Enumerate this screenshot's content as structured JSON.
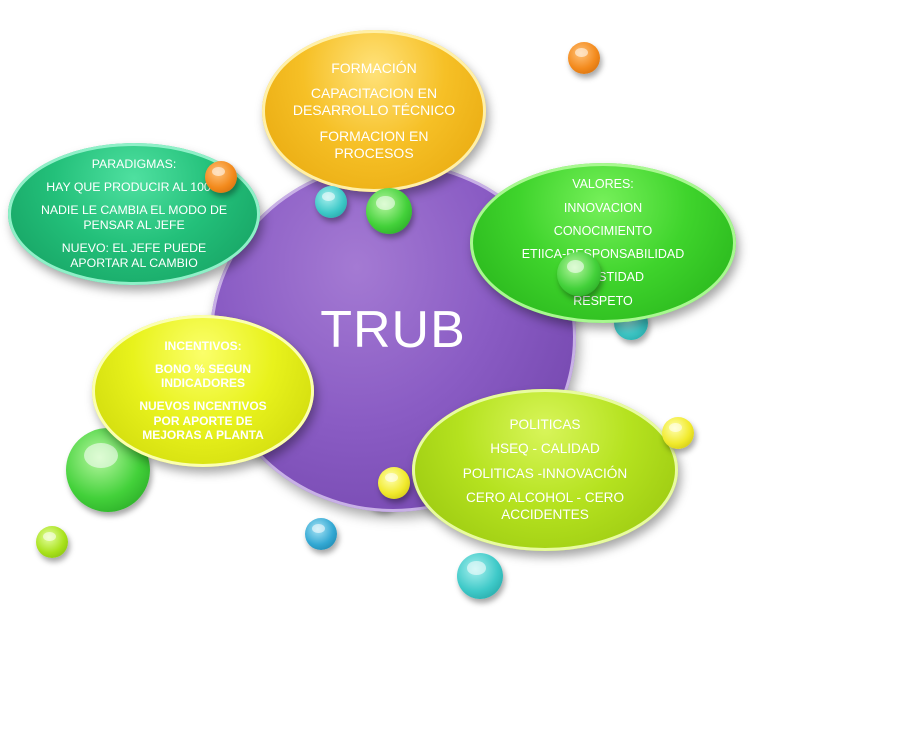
{
  "center": {
    "title": "TRUB"
  },
  "formacion": {
    "heading": "FORMACIÓN",
    "items": [
      "CAPACITACION EN DESARROLLO TÉCNICO",
      "FORMACION EN PROCESOS"
    ]
  },
  "paradigmas": {
    "heading": "PARADIGMAS:",
    "items": [
      "HAY QUE PRODUCIR AL 100%",
      "NADIE LE CAMBIA EL MODO DE PENSAR AL JEFE",
      "NUEVO: EL JEFE PUEDE APORTAR AL CAMBIO"
    ]
  },
  "valores": {
    "heading": "VALORES:",
    "items": [
      "INNOVACION",
      "CONOCIMIENTO",
      "ETIICA-RESPONSABILIDAD",
      "HONESTIDAD",
      "RESPETO"
    ]
  },
  "incentivos": {
    "heading": "INCENTIVOS:",
    "items": [
      "BONO % SEGUN INDICADORES",
      "NUEVOS INCENTIVOS POR APORTE DE MEJORAS A PLANTA"
    ]
  },
  "politicas": {
    "heading": "POLITICAS",
    "items": [
      "HSEQ - CALIDAD",
      "POLITICAS -INNOVACIÓN",
      "CERO ALCOHOL - CERO ACCIDENTES"
    ]
  }
}
